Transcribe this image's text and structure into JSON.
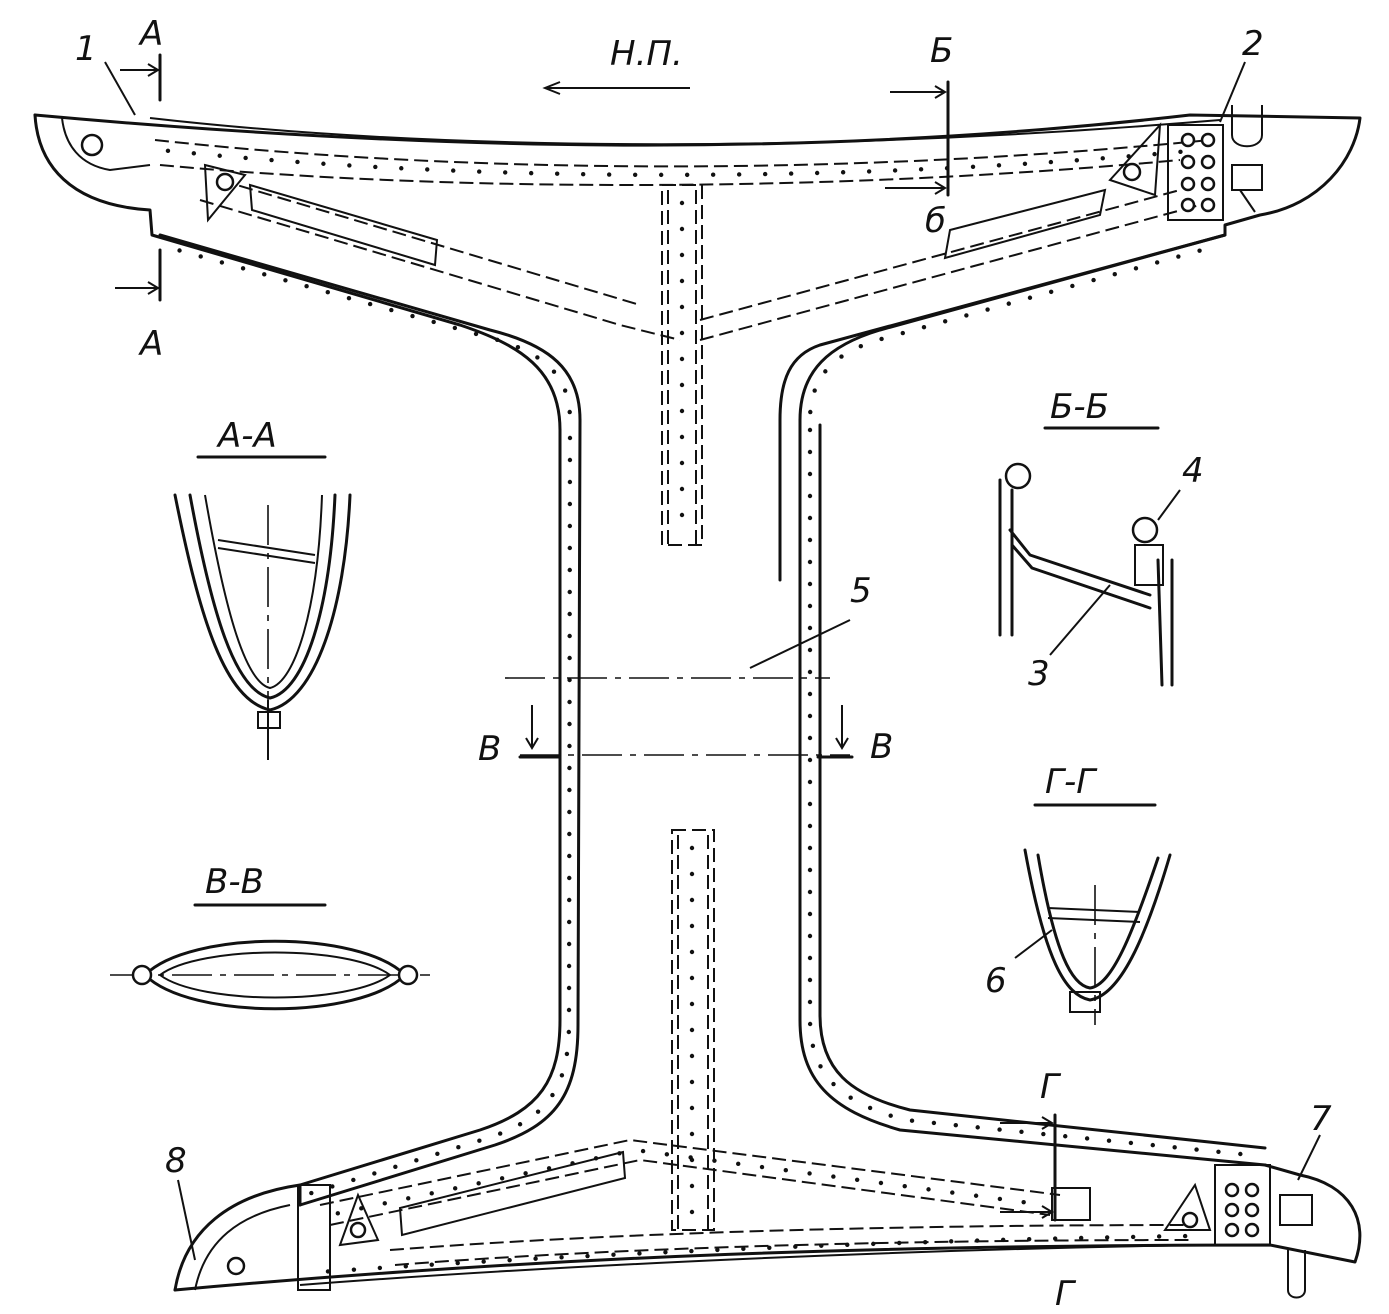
{
  "labels": {
    "direction": "Н.П.",
    "cut_a_top": "А",
    "cut_a_bottom": "А",
    "cut_b_top": "Б",
    "cut_b_bottom": "б",
    "cut_v_left": "В",
    "cut_v_right": "В",
    "cut_g_top": "Г",
    "cut_g_bottom": "Г",
    "section_aa": "А-А",
    "section_bb": "Б-Б",
    "section_vv": "В-В",
    "section_gg": "Г-Г",
    "part_1": "1",
    "part_2": "2",
    "part_3": "3",
    "part_4": "4",
    "part_5": "5",
    "part_6": "6",
    "part_7": "7",
    "part_8": "8"
  },
  "colors": {
    "ink": "#111111",
    "paper": "#ffffff"
  }
}
